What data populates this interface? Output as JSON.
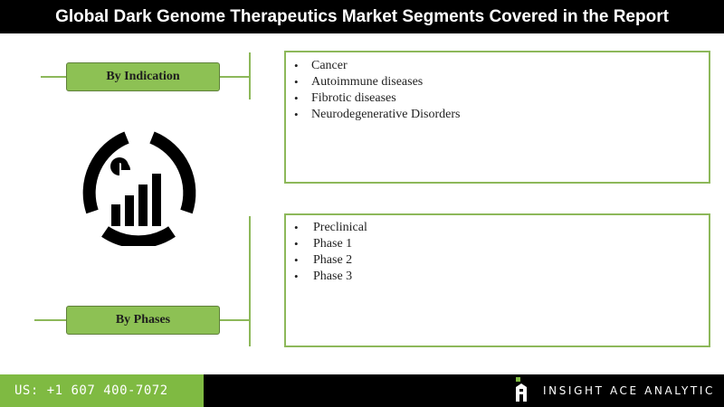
{
  "title": "Global Dark Genome Therapeutics Market Segments Covered in the Report",
  "segments": [
    {
      "label": "By Indication",
      "items": [
        "Cancer",
        "Autoimmune diseases",
        "Fibrotic diseases",
        "Neurodegenerative Disorders"
      ]
    },
    {
      "label": "By Phases",
      "items": [
        "Preclinical",
        "Phase 1",
        "Phase 2",
        "Phase 3"
      ]
    }
  ],
  "center_icon": "chart-analytics-icon",
  "footer": {
    "phone": "US: +1 607 400-7072",
    "brand": "INSIGHT ACE ANALYTIC",
    "brand_logo": "insight-ace-logo"
  },
  "colors": {
    "accent_green": "#8dc154",
    "line_green": "#8db85a",
    "header_bg": "#000000"
  }
}
